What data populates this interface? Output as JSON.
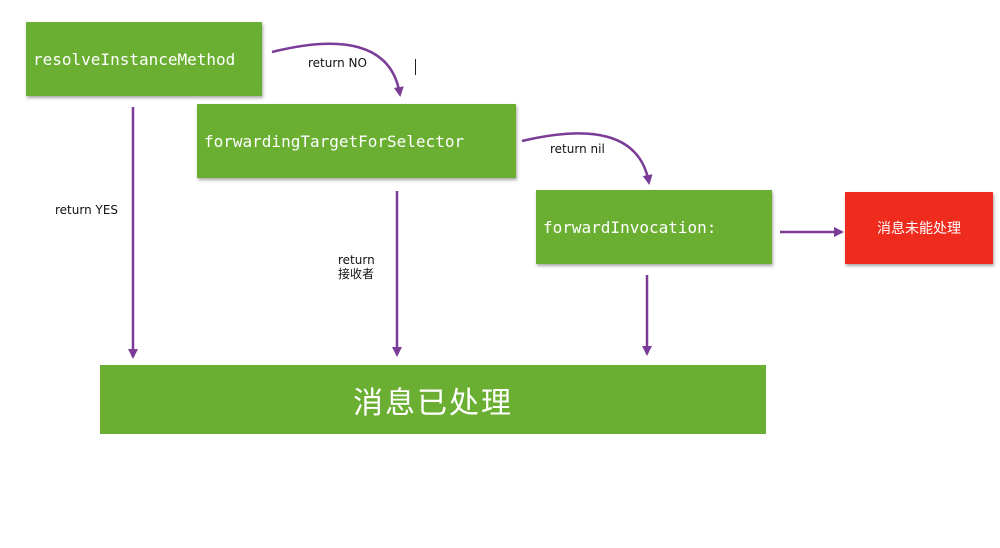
{
  "nodes": {
    "resolve": "resolveInstanceMethod",
    "forwarding": "forwardingTargetForSelector",
    "invocation": "forwardInvocation:",
    "unhandled": "消息未能处理",
    "handled": "消息已处理"
  },
  "labels": {
    "return_no": "return NO",
    "return_yes": "return YES",
    "return_receiver_line1": "return",
    "return_receiver_line2": "接收者",
    "return_nil": "return nil"
  },
  "colors": {
    "node_green": "#6aaf32",
    "node_red": "#ef2b1e",
    "arrow_purple": "#7a3c96"
  }
}
